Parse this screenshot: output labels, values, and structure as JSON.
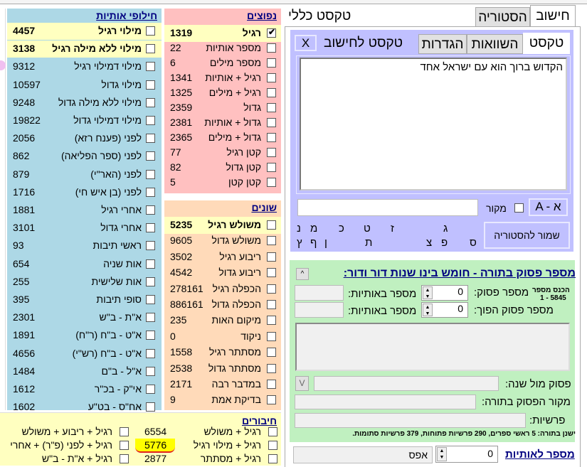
{
  "letter_subs": {
    "title": "חילופי אותיות",
    "items": [
      {
        "label": "מילוי רגיל",
        "value": "4457",
        "hl": true
      },
      {
        "label": "מילוי ללא מילה רגיל",
        "value": "3138",
        "hl": true
      },
      {
        "label": "מילוי דמילוי רגיל",
        "value": "9312"
      },
      {
        "label": "מילוי גדול",
        "value": "10597"
      },
      {
        "label": "מילוי ללא מילה גדול",
        "value": "9248"
      },
      {
        "label": "מילוי דמילוי גדול",
        "value": "19822"
      },
      {
        "label": "לפני (פענח רזא)",
        "value": "2056"
      },
      {
        "label": "לפני (ספר הפליאה)",
        "value": "862"
      },
      {
        "label": "לפני (האר\"י)",
        "value": "879"
      },
      {
        "label": "לפני (בן איש חי)",
        "value": "1716"
      },
      {
        "label": "אחרי רגיל",
        "value": "1881"
      },
      {
        "label": "אחרי גדול",
        "value": "3101"
      },
      {
        "label": "ראשי תיבות",
        "value": "93"
      },
      {
        "label": "אות שניה",
        "value": "654"
      },
      {
        "label": "אות שלישית",
        "value": "255"
      },
      {
        "label": "סופי תיבות",
        "value": "395"
      },
      {
        "label": "א\"ת - ב\"ש",
        "value": "2301"
      },
      {
        "label": "א\"ט - ב\"ח (ר\"ח)",
        "value": "1891"
      },
      {
        "label": "א\"ט - ב\"ח (רש\"י)",
        "value": "4656"
      },
      {
        "label": "א\"ל - ב\"ם",
        "value": "1484"
      },
      {
        "label": "אי\"ק - בכ\"ר",
        "value": "1612"
      },
      {
        "label": "אח\"ס - בט\"ע",
        "value": "1602"
      }
    ]
  },
  "common": {
    "title": "נפוצים",
    "items": [
      {
        "label": "רגיל",
        "value": "1319",
        "hl": true,
        "checked": true
      },
      {
        "label": "מספר אותיות",
        "value": "22"
      },
      {
        "label": "מספר מילים",
        "value": "6"
      },
      {
        "label": "רגיל + אותיות",
        "value": "1341"
      },
      {
        "label": "רגיל + מילים",
        "value": "1325"
      },
      {
        "label": "גדול",
        "value": "2359"
      },
      {
        "label": "גדול + אותיות",
        "value": "2381"
      },
      {
        "label": "גדול + מילים",
        "value": "2365"
      },
      {
        "label": "קטן רגיל",
        "value": "77"
      },
      {
        "label": "קטן גדול",
        "value": "82"
      },
      {
        "label": "קטן קטן",
        "value": "5"
      }
    ]
  },
  "misc": {
    "title": "שונים",
    "items": [
      {
        "label": "משולש רגיל",
        "value": "5235",
        "hl": true
      },
      {
        "label": "משולש גדול",
        "value": "9605"
      },
      {
        "label": "ריבוע רגיל",
        "value": "3502"
      },
      {
        "label": "ריבוע גדול",
        "value": "4542"
      },
      {
        "label": "הכפלה רגיל",
        "value": "278161"
      },
      {
        "label": "הכפלה גדול",
        "value": "886161"
      },
      {
        "label": "מיקום האות",
        "value": "235"
      },
      {
        "label": "ניקוד",
        "value": "0"
      },
      {
        "label": "מסתתר רגיל",
        "value": "1558"
      },
      {
        "label": "מסתתר גדול",
        "value": "2538"
      },
      {
        "label": "במדבר רבה",
        "value": "2171"
      },
      {
        "label": "בדיקת אמת",
        "value": "9"
      }
    ]
  },
  "combos": {
    "title": "חיבורים",
    "right": [
      {
        "label": "רגיל + משולש",
        "value": "6554"
      },
      {
        "label": "רגיל + מילוי רגיל",
        "value": "5776"
      },
      {
        "label": "רגיל + מסתתר",
        "value": "2877"
      }
    ],
    "left": [
      {
        "label": "רגיל + ריבוע + משולש"
      },
      {
        "label": "רגיל + לפני (פ\"ר) + אחרי"
      },
      {
        "label": "רגיל + א\"ת - ב\"ש"
      }
    ]
  },
  "tabs": {
    "calc": "חישוב",
    "history": "הסטוריה",
    "general_text": "טקסט כללי"
  },
  "inner_tabs": {
    "text": "טקסט",
    "compare": "השוואות",
    "settings": "הגדרות",
    "text_to_calc": "טקסט לחישוב",
    "clear": "X"
  },
  "textarea": {
    "value": "הקדוש ברוך הוא עם ישראל אחד"
  },
  "controls": {
    "alpha_btn": "A - א",
    "source_label": "מקור",
    "source_value": "",
    "save_history": "שמור להסטוריה"
  },
  "letters": {
    "top": [
      "נ",
      "מ",
      "כ",
      "ט",
      "ז",
      "ג"
    ],
    "bottom": [
      "ץ",
      "ף",
      "ן",
      "ת",
      "צ",
      "פ",
      "ס"
    ]
  },
  "verse": {
    "title": "מספר פסוק בתורה - חומש בינו שנות דור ודור:",
    "collapse": "^",
    "enter_hint": "הכנס מספר",
    "range": "1 - 5845",
    "verse_no_label": "מספר פסוק:",
    "verse_no": "0",
    "end_label": "מספר פסוק הפוך:",
    "end_no": "0",
    "letters_label": "מספר באותיות:",
    "year_label": "פסוק מול שנה:",
    "year_btn": "V",
    "source_label": "מקור הפסוק בתורה:",
    "parashot_label": "פרשיות:",
    "note": "ישנן בתורה: 5 ראשי ספרים, 290 פרשיות פתוחות, 379 פרשיות סתומות."
  },
  "number_to_letters": {
    "label": "מספר לאותיות",
    "value": "0",
    "result": "אפס"
  }
}
